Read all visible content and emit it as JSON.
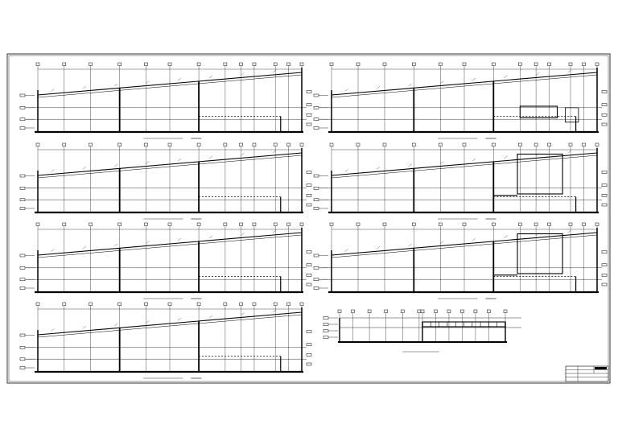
{
  "drawing": {
    "sheet_type": "architectural-section-sheet",
    "panel_count": 8,
    "panels": [
      {
        "id": "section-1",
        "title": "",
        "scale_note": ""
      },
      {
        "id": "section-2",
        "title": "",
        "scale_note": ""
      },
      {
        "id": "section-3",
        "title": "",
        "scale_note": ""
      },
      {
        "id": "section-4",
        "title": "",
        "scale_note": ""
      },
      {
        "id": "section-5",
        "title": "",
        "scale_note": ""
      },
      {
        "id": "section-6",
        "title": "",
        "scale_note": ""
      },
      {
        "id": "section-7",
        "title": "",
        "scale_note": ""
      },
      {
        "id": "section-8",
        "title": "",
        "scale_note": ""
      }
    ],
    "title_block": {
      "rows": 4,
      "text": ""
    },
    "line_color": "#000000",
    "background": "#ffffff"
  }
}
